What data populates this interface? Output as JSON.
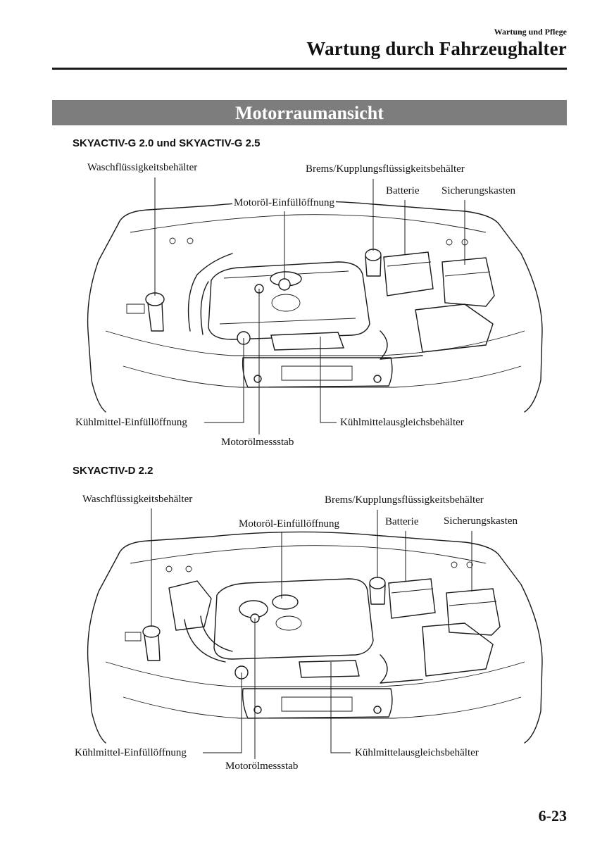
{
  "header": {
    "section": "Wartung und Pflege",
    "title": "Wartung durch Fahrzeughalter"
  },
  "banner": "Motorraumansicht",
  "diagrams": [
    {
      "heading": "SKYACTIV-G 2.0 und SKYACTIV-G 2.5",
      "labels": {
        "washer": "Waschflüssigkeitsbehälter",
        "brake": "Brems/Kupplungsflüssigkeitsbehälter",
        "battery": "Batterie",
        "fuse": "Sicherungskasten",
        "oilfill": "Motoröl-Einfüllöffnung",
        "coolantfill": "Kühlmittel-Einfüllöffnung",
        "coolanttank": "Kühlmittelausgleichsbehälter",
        "dipstick": "Motorölmessstab"
      }
    },
    {
      "heading": "SKYACTIV-D 2.2",
      "labels": {
        "washer": "Waschflüssigkeitsbehälter",
        "brake": "Brems/Kupplungsflüssigkeitsbehälter",
        "battery": "Batterie",
        "fuse": "Sicherungskasten",
        "oilfill": "Motoröl-Einfüllöffnung",
        "coolantfill": "Kühlmittel-Einfüllöffnung",
        "coolanttank": "Kühlmittelausgleichsbehälter",
        "dipstick": "Motorölmessstab"
      }
    }
  ],
  "page_number": "6-23"
}
